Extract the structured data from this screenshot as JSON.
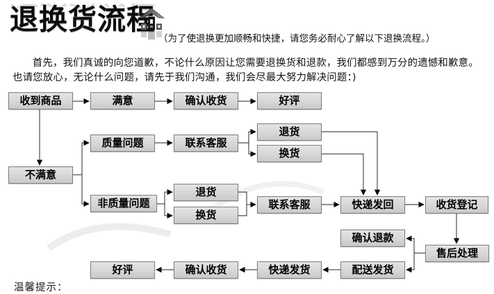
{
  "header": {
    "title": "退换货流程",
    "subtitle": "（为了使退换更加顺畅和快捷，请您务必耐心了解以下退换流程。）",
    "logo_icon": "house-up-arrow-icon"
  },
  "intro": {
    "text": "首先，我们真诚的向您道歉，不论什么原因让您需要退换货和退款，我们都感到万分的遗憾和歉意。也请您放心，无论什么问题，请先于我们沟通，我们会尽最大努力解决问题：)"
  },
  "flow": {
    "nodes": {
      "received": "收到商品",
      "satisfied": "满意",
      "confirm_receipt_top": "确认收货",
      "praise_top": "好评",
      "quality_issue": "质量问题",
      "contact_service_a": "联系客服",
      "return_a": "退货",
      "exchange_a": "换货",
      "unsatisfied": "不满意",
      "non_quality_issue": "非质量问题",
      "return_b": "退货",
      "exchange_b": "换货",
      "contact_service_b": "联系客服",
      "courier_return": "快递发回",
      "receipt_register": "收货登记",
      "confirm_refund": "确认退款",
      "aftersale": "售后处理",
      "dispatch": "配送发货",
      "courier_send": "快递发货",
      "confirm_receipt_bottom": "确认收货",
      "praise_bottom": "好评"
    },
    "edges": [
      {
        "from": "received",
        "to": "satisfied"
      },
      {
        "from": "satisfied",
        "to": "confirm_receipt_top"
      },
      {
        "from": "confirm_receipt_top",
        "to": "praise_top"
      },
      {
        "from": "received",
        "to": "unsatisfied"
      },
      {
        "from": "unsatisfied",
        "to": "quality_issue"
      },
      {
        "from": "unsatisfied",
        "to": "non_quality_issue"
      },
      {
        "from": "quality_issue",
        "to": "contact_service_a"
      },
      {
        "from": "contact_service_a",
        "to": "return_a"
      },
      {
        "from": "contact_service_a",
        "to": "exchange_a"
      },
      {
        "from": "return_a",
        "to": "courier_return"
      },
      {
        "from": "exchange_a",
        "to": "courier_return"
      },
      {
        "from": "non_quality_issue",
        "to": "return_b"
      },
      {
        "from": "non_quality_issue",
        "to": "exchange_b"
      },
      {
        "from": "return_b",
        "to": "contact_service_b"
      },
      {
        "from": "exchange_b",
        "to": "contact_service_b"
      },
      {
        "from": "contact_service_b",
        "to": "courier_return"
      },
      {
        "from": "courier_return",
        "to": "receipt_register"
      },
      {
        "from": "receipt_register",
        "to": "aftersale"
      },
      {
        "from": "aftersale",
        "to": "confirm_refund"
      },
      {
        "from": "aftersale",
        "to": "dispatch"
      },
      {
        "from": "dispatch",
        "to": "courier_send"
      },
      {
        "from": "courier_send",
        "to": "confirm_receipt_bottom"
      },
      {
        "from": "confirm_receipt_bottom",
        "to": "praise_bottom"
      }
    ]
  },
  "footer": {
    "tip_label": "温馨提示："
  },
  "colors": {
    "box_fill_top": "#e4e4e4",
    "box_fill_bottom": "#c8c8c8",
    "box_border": "#7d7d7d",
    "line": "#4d4d4d",
    "arrow": "#0a0a0a",
    "text": "#000000",
    "background": "#ffffff"
  }
}
